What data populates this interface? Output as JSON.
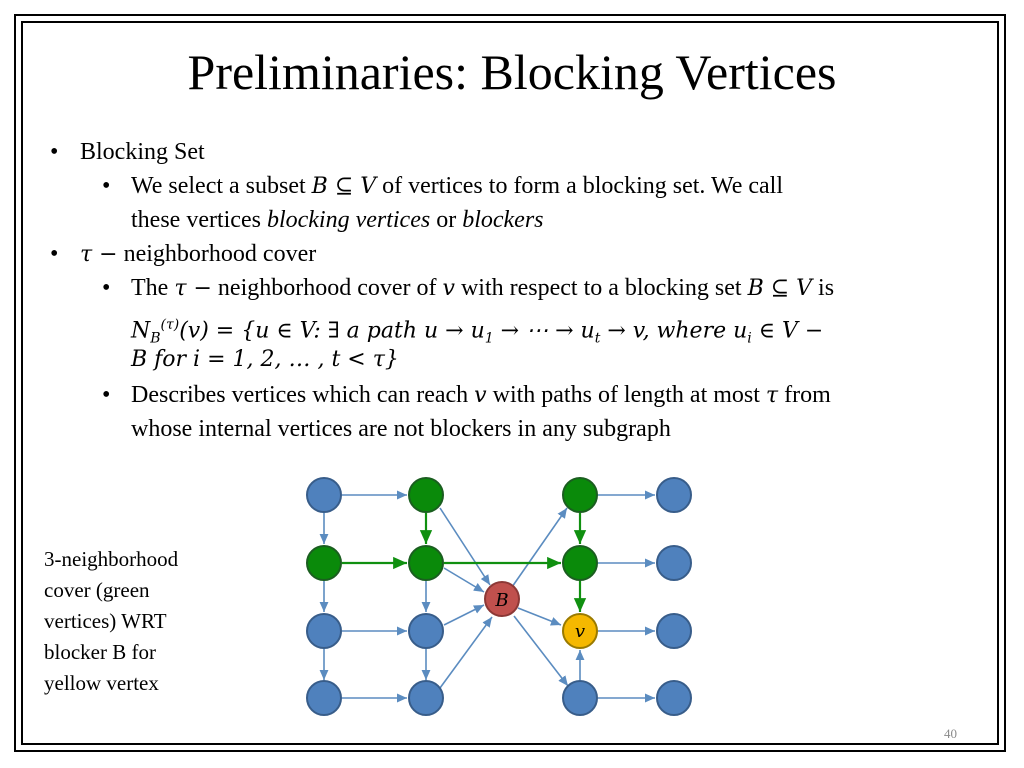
{
  "slide": {
    "title": "Preliminaries: Blocking Vertices",
    "page_number": "40"
  },
  "bullets": {
    "b1": {
      "text": "Blocking Set"
    },
    "b1_sub1": {
      "pre": "We select a subset ",
      "math1": "B ⊆ V",
      "post": " of vertices to form a blocking set. We call",
      "line2_pre": "these vertices ",
      "em1": "blocking vertices",
      "mid": " or ",
      "em2": "blockers"
    },
    "b2": {
      "math": "τ −",
      "text": " neighborhood cover"
    },
    "b2_sub1": {
      "l1_pre": "The ",
      "l1_math1": "τ −",
      "l1_mid": " neighborhood cover of ",
      "l1_math2": "v",
      "l1_mid2": " with respect to a blocking set ",
      "l1_math3": "B ⊆ V",
      "l1_post": " is",
      "l2_N": "N",
      "l2_Nsub": "B",
      "l2_Nsup": "(τ)",
      "l2_rest": "(v) = {u ∈ V: ∃ a path u → u",
      "l2_sub1": "1",
      "l2_rest2": " → ⋯ → u",
      "l2_sub2": "t",
      "l2_rest3": " → v, where u",
      "l2_sub3": "i",
      "l2_rest4": " ∈ V −",
      "l3": "B for i = 1, 2, … , t < τ}"
    },
    "b2_sub2": {
      "l1_pre": "Describes vertices which can reach ",
      "l1_math1": "v",
      "l1_mid": " with paths of length at most ",
      "l1_math2": "τ",
      "l1_post": " from",
      "l2": "whose internal vertices are not blockers in any subgraph"
    }
  },
  "caption": {
    "lines": [
      "3-neighborhood",
      "cover (green",
      "vertices) WRT",
      "blocker B for",
      "yellow vertex"
    ]
  },
  "graph": {
    "blocker_label": "B",
    "target_label": "v",
    "colors": {
      "blue": "#4f81bd",
      "blue_stroke": "#385d8a",
      "green": "#0a8a0a",
      "green_stroke": "#1b5e20",
      "red": "#c0504d",
      "red_stroke": "#8c3836",
      "yellow": "#f5b800",
      "yellow_stroke": "#9a7a00",
      "edge_blue": "#5b8cc0",
      "edge_green": "#109010"
    }
  }
}
